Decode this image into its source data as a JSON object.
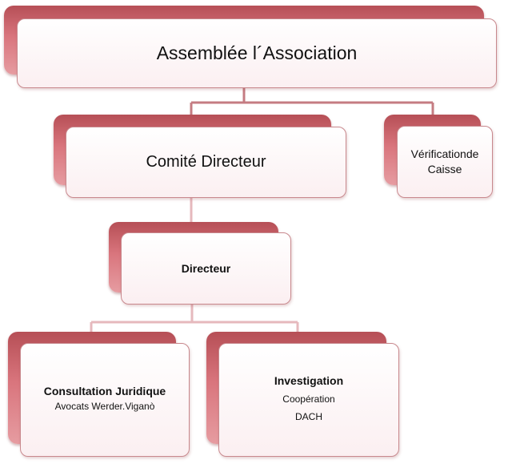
{
  "nodes": {
    "assemblee": {
      "title": "Assemblée l´Association"
    },
    "comite": {
      "title": "Comité Directeur"
    },
    "verification": {
      "line1": "Vérificationde",
      "line2": "Caisse"
    },
    "directeur": {
      "title": "Directeur"
    },
    "consultation": {
      "title": "Consultation Juridique",
      "sub": "Avocats Werder.Viganò"
    },
    "investigation": {
      "title": "Investigation",
      "sub1": "Coopération",
      "sub2": "DACH"
    }
  },
  "colors": {
    "tab_dark": "#b64f56",
    "tab_light": "#e69ca1",
    "card_border": "#c8888d",
    "connector": "#c57c82",
    "connector_light": "#e6b9bd"
  }
}
